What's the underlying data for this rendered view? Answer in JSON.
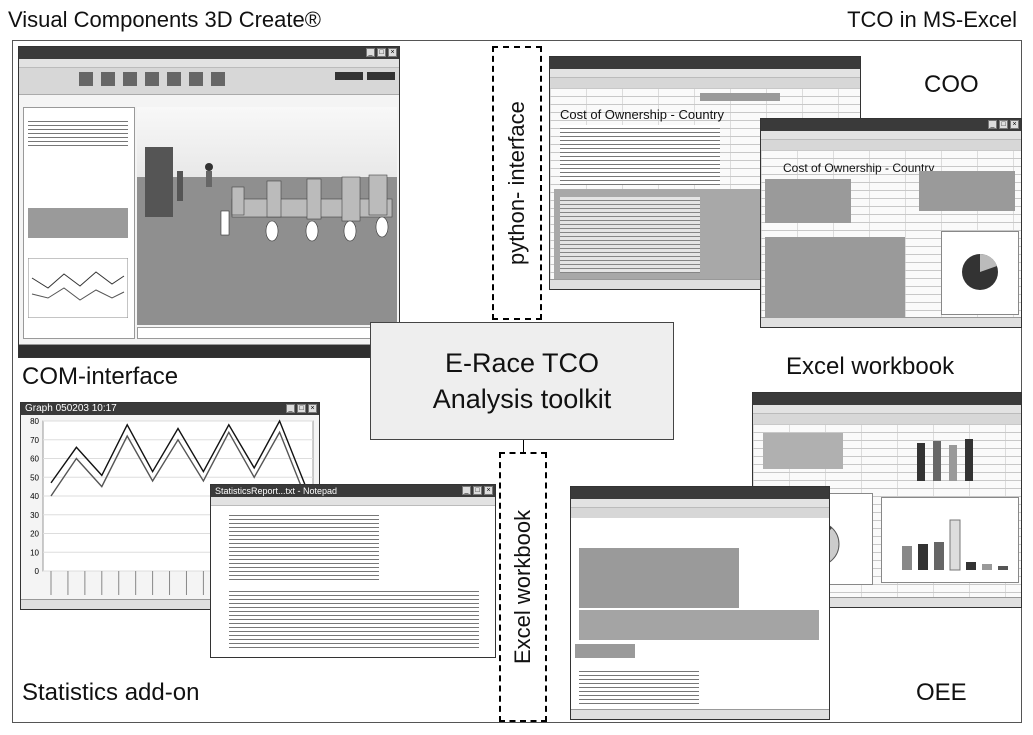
{
  "headings": {
    "top_left": "Visual Components 3D Create®",
    "top_right": "TCO in MS-Excel"
  },
  "labels": {
    "coo": "COO",
    "com_interface": "COM-interface",
    "excel_workbook_right": "Excel workbook",
    "statistics_addon": "Statistics add-on",
    "oee": "OEE",
    "python_interface": "python- interface",
    "excel_workbook_vertical": "Excel workbook"
  },
  "center_box": {
    "line1": "E-Race TCO",
    "line2": "Analysis toolkit"
  },
  "screens": {
    "coo_sheet_title": "Cost of Ownership - Country",
    "coo_sheet2_title": "Cost of Ownership - Country",
    "graph_window_title": "Graph 050203 10:17",
    "notepad_title": "StatisticsReport...txt - Notepad",
    "graph_y_ticks": [
      "80",
      "70",
      "60",
      "50",
      "40",
      "30",
      "20",
      "10",
      "0"
    ]
  },
  "graph_chart": {
    "series": [
      {
        "values": [
          47,
          66,
          51,
          78,
          53,
          76,
          53,
          78,
          55,
          80,
          46
        ]
      },
      {
        "values": [
          40,
          60,
          45,
          72,
          48,
          70,
          48,
          74,
          50,
          74,
          40
        ]
      }
    ],
    "ylim": [
      0,
      80
    ]
  },
  "colors": {
    "window_title": "#3a3a3a",
    "sheet_gray": "#9a9a9a",
    "center_box_bg": "#eeeeee"
  }
}
